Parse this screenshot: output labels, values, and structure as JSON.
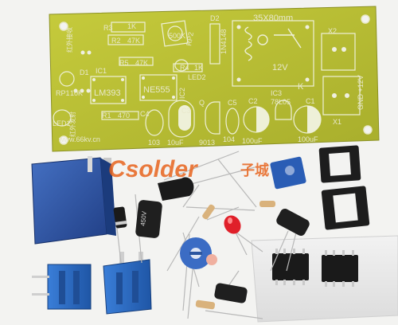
{
  "board": {
    "size_label": "35X80mm",
    "site_label": "www.66kv.cn",
    "receiver_label_cn": "红外接收",
    "emitter_label_cn": "红外发射",
    "labels": {
      "r3": "R3",
      "r3_val": "1K",
      "r2": "R2",
      "r2_val": "47K",
      "r5": "R5",
      "r5_val": "47K",
      "r4": "R4",
      "r4_val": "1K",
      "r1": "R1",
      "r1_val": "470",
      "rp1": "RP1",
      "rp1_val": "10K",
      "rp2": "RP2",
      "rp2_pot": "500K",
      "d1": "D1",
      "d2": "D2",
      "d2_val": "1N4148",
      "led1": "LED1",
      "led2": "LED2",
      "ic1": "IC1",
      "ic1_chip": "LM393",
      "ic2": "IC2",
      "ic2_chip": "NE555",
      "ic3": "IC3",
      "ic3_val": "78L05",
      "c1": "C1",
      "c1_val": "100uF",
      "c2": "C2",
      "c2_val": "100uF",
      "c3": "C3",
      "c3_val": "10uF",
      "c4": "C4",
      "c4_val": "103",
      "c5": "C5",
      "c5_val": "104",
      "q": "Q",
      "q_val": "9013",
      "relay_v": "12V",
      "relay_k": "K",
      "x1": "X1",
      "x2": "X2",
      "gnd_12v": "GND +12V"
    }
  },
  "parts": {
    "cap_marking": "450V",
    "watermark": "Csolder",
    "watermark_cn": "子城"
  },
  "colors": {
    "pcb": "#c8cc3a",
    "pcb_dark": "#9ea52a",
    "silk": "#eef0d8",
    "relay_blue": "#2f5aa8",
    "terminal_blue": "#2c69c0",
    "ic_black": "#1a1a1a",
    "watermark_orange": "#e8641e"
  }
}
